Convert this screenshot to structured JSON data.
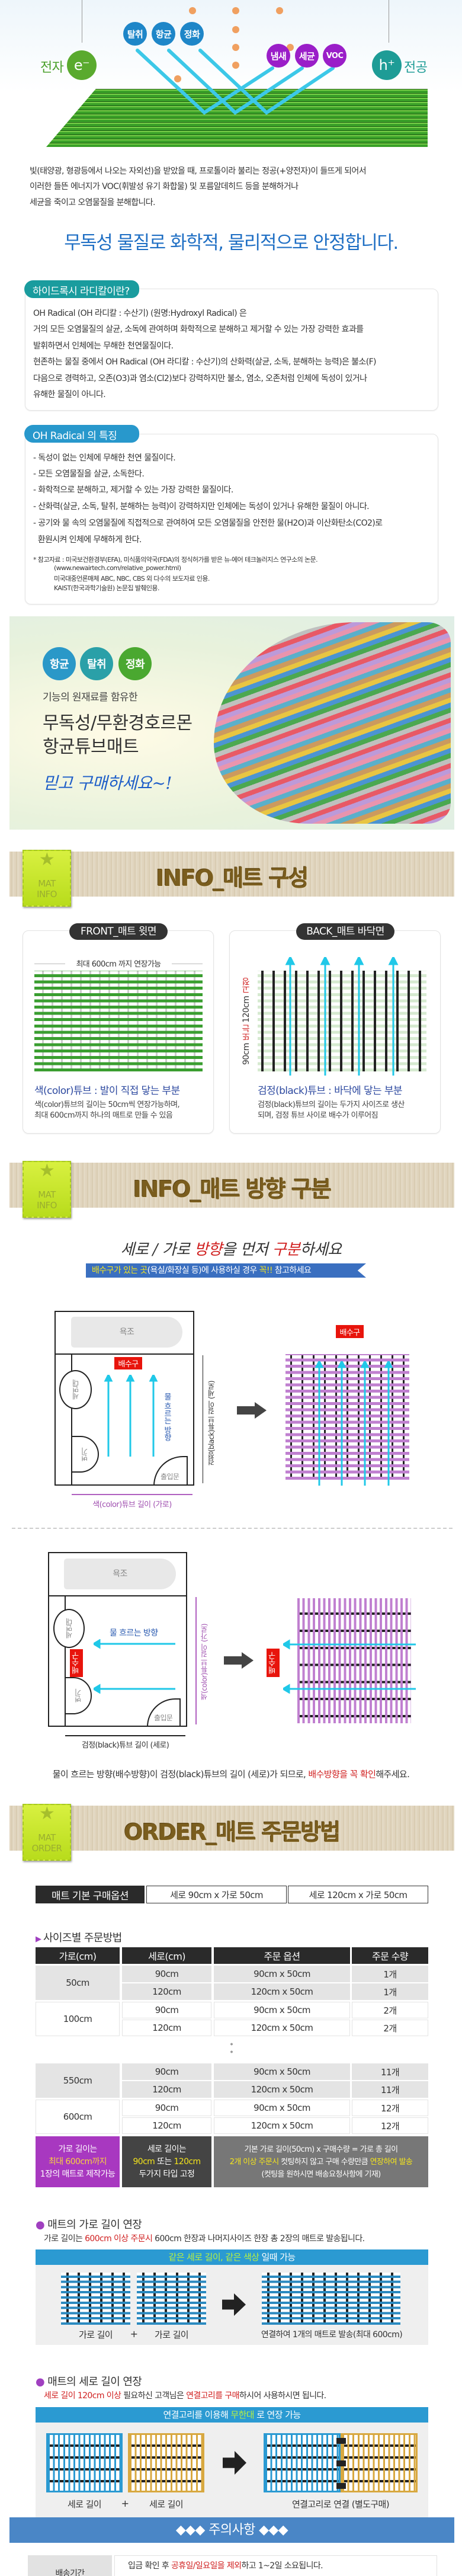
{
  "hero": {
    "bubbles_blue": [
      "탈취",
      "항균",
      "정화"
    ],
    "bubbles_purple": [
      "냄새",
      "세균",
      "VOC"
    ],
    "electron_label": "전자",
    "electron_symbol": "e⁻",
    "hole_label": "전공",
    "hole_symbol": "h⁺",
    "paragraph": [
      "빛(태양광, 형광등에서 나오는 자외선)을 받았을 때, 프로톨이라 불리는 정공(+양전자)이 들뜨게 되어서",
      "이러한 들뜬 에너지가 VOC(휘발성 유기 화합물) 및 포름알데히드 등을 분해하거나",
      "세균을 죽이고 오염물질을 분해합니다."
    ],
    "headline": "무독성 물질로 화학적, 물리적으로 안정합니다."
  },
  "hydroxyl": {
    "tag": "하이드록시 라디칼이란?",
    "lines": [
      "OH Radical (OH 라디칼 : 수산기) (원명:Hydroxyl Radical) 은",
      "거의 모든 오염물질의 살균, 소독에 관여하며 화학적으로 분해하고 제거할 수 있는 가장 강력한 효과를",
      "발휘하면서 인체에는 무해한 천연물질이다.",
      "현존하는 물질 중에서 OH Radical (OH 라디칼 : 수산기)의 산화력(살균, 소독, 분해하는 능력)은 불소(F)",
      "다음으로 경력하고, 오존(O3)과 염소(Cl2)보다 강력하지만 불소, 염소, 오존처럼 인체에 독성이 있거나",
      "유해한 물질이 아니다."
    ]
  },
  "features": {
    "tag": "OH Radical 의 특징",
    "items": [
      "- 독성이 없는 인체에 무해한 천연 물질이다.",
      "- 모든 오염물질을 살균, 소독한다.",
      "- 화학적으로 분해하고, 제거할 수 있는 가장 강력한 물질이다.",
      "- 산화력(살균, 소독, 탈취, 분해하는 능력)이 강력하지만 인체에는 독성이 있거나  유해한 물질이 아니다.",
      "- 공기와 물 속의 오염물질에 직접적으로 관여하여 모든 오염물질을 안전한 물(H2O)과  이산화탄소(CO2)로",
      "  환원시켜 인체에 무해하게 한다."
    ],
    "refs": [
      "* 참고자료 :  미국보건환경부(EFA), 미식품의약국(FDA)의 정식허가를 받은 뉴-에어 테크놀러지스 연구소의 논문.",
      "(www.newairtech.com/relative_power.html)",
      "미국대중언론매체 ABC, NBC, CBS 외 다수의 보도자료 인용.",
      "KAIST(한국과학기술원) 논문집 발췌인용."
    ]
  },
  "banner": {
    "bubbles": [
      "항균",
      "탈취",
      "정화"
    ],
    "line1": "기능의 원재료를 함유한",
    "line2": "무독성/무환경호르몬",
    "line3": "항균튜브매트",
    "script": "믿고 구매하세요~!"
  },
  "section_info1": {
    "ribbon_top": "MAT",
    "ribbon_bottom": "INFO",
    "title": "INFO_매트 구성"
  },
  "front": {
    "pill": "FRONT_매트 윗면",
    "extend": "최대 600cm 까지 연장가능",
    "caption": "색(color)튜브 : 발이 직접 닿는 부분",
    "desc": [
      "색(color)튜브의 길이는 50cm씩 연장가능하며,",
      "최대 600cm까지 하나의 매트로 만들 수 있음"
    ]
  },
  "back": {
    "pill": "BACK_매트 바닥면",
    "size_a": "90cm ",
    "size_or": "또는",
    "size_b": " 120cm ",
    "size_fixed": "고정",
    "caption": "검정(black)튜브 : 바닥에 닿는 부분",
    "desc": [
      "검정(black)튜브의 길이는 두가지 사이즈로 생산",
      "되며, 검정 튜브 사이로 배수가 이루어짐"
    ]
  },
  "section_info2": {
    "ribbon_top": "MAT",
    "ribbon_bottom": "INFO",
    "title": "INFO_매트 방향 구분"
  },
  "direction": {
    "script": [
      "세로 / 가로 ",
      "방향",
      "을 먼저 ",
      "구분",
      "하세요"
    ],
    "ribbon": [
      "배수구가 있는 곳",
      "(욕실/화장실 등)에 사용하실 경우 ",
      "꼭!!",
      " 참고하세요"
    ],
    "bathtub": "욕조",
    "sink": "세면대",
    "toilet": "변기",
    "door": "출입문",
    "drain": "배수구",
    "flow": "물 흐르는 방향",
    "black_len": "검정(black)튜브 길이 (세로)",
    "color_len": "색(color)튜브 길이 (가로)",
    "note": [
      "물이 흐르는 방향(배수방향)이 검정(black)튜브의 길이 (세로)가 되므로, ",
      "배수방향을 꼭 확인",
      "해주세요."
    ]
  },
  "section_order": {
    "ribbon_top": "MAT",
    "ribbon_bottom": "ORDER",
    "title": "ORDER_매트 주문방법"
  },
  "options": {
    "label": "매트 기본 구매옵션",
    "opt1": "세로 90cm x 가로 50cm",
    "opt2": "세로 120cm x 가로 50cm"
  },
  "size_table": {
    "title": "사이즈별 주문방법",
    "headers": [
      "가로(cm)",
      "세로(cm)",
      "주문 옵션",
      "주문 수량"
    ],
    "groups": [
      {
        "width": "50cm",
        "rows": [
          [
            "90cm",
            "90cm x 50cm",
            "1개"
          ],
          [
            "120cm",
            "120cm x 50cm",
            "1개"
          ]
        ]
      },
      {
        "width": "100cm",
        "rows": [
          [
            "90cm",
            "90cm x 50cm",
            "2개"
          ],
          [
            "120cm",
            "120cm x 50cm",
            "2개"
          ]
        ]
      },
      {
        "width": "550cm",
        "rows": [
          [
            "90cm",
            "90cm x 50cm",
            "11개"
          ],
          [
            "120cm",
            "120cm x 50cm",
            "11개"
          ]
        ]
      },
      {
        "width": "600cm",
        "rows": [
          [
            "90cm",
            "90cm x 50cm",
            "12개"
          ],
          [
            "120cm",
            "120cm x 50cm",
            "12개"
          ]
        ]
      }
    ],
    "note1": [
      "가로 길이는",
      "최대 600cm까지",
      "1장의 매트로 제작가능"
    ],
    "note2": [
      "세로 길이는",
      "90cm",
      " 또는 ",
      "120cm",
      "두가지 타입 고정"
    ],
    "note3": [
      "기본 가로 길이(50cm) x 구매수량 = 가로 총 길이",
      "2개 이상 주문시",
      " 컷팅하지 않고 구매 수량만큼 ",
      "연장하여 발송",
      "(컷팅을 원하시면 배송요청사항에 기재)"
    ]
  },
  "width_ext": {
    "title": "매트의 가로 길이 연장",
    "desc": [
      "가로 길이는 ",
      "600cm 이상 주문시",
      " 600cm 한장과 나머지사이즈 한장 총 2장의 매트로 발송됩니다."
    ],
    "bar": [
      "같은 세로 길이, 같은 색상",
      " 일때 가능"
    ],
    "label_a": "가로 길이",
    "plus": "+",
    "label_b": "가로 길이",
    "result": "연결하여 1개의 매트로 발송(최대 600cm)"
  },
  "height_ext": {
    "title": "매트의 세로 길이 연장",
    "desc": [
      "세로 길이 120cm 이상",
      " 필요하신 고객님은 ",
      "연결고리를 구매",
      "하시어 사용하시면 됩니다."
    ],
    "bar": [
      "연결고리를 이용해 ",
      "무한대",
      " 로 연장 가능"
    ],
    "label_a": "세로 길이",
    "plus": "+",
    "label_b": "세로 길이",
    "result": "연결고리로 연결 (별도구매)"
  },
  "caution": {
    "title": "◆◆◆ 주의사항 ◆◆◆",
    "shipping_label": "배송기간",
    "shipping_text": [
      "입금 확인 후 ",
      "공휴일/일요일을 제외",
      "하고 1~2일 소요됩니다."
    ]
  }
}
